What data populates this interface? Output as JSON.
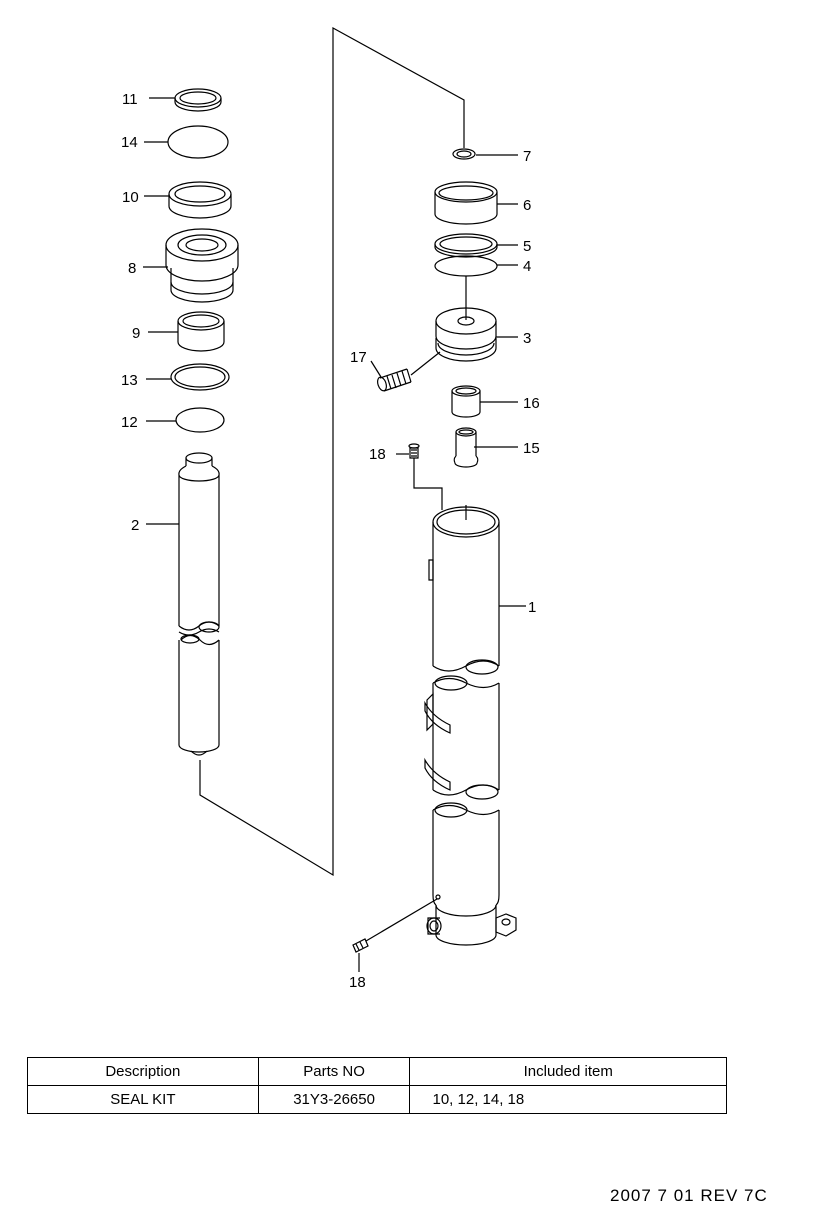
{
  "callouts": {
    "c1": "1",
    "c2": "2",
    "c3": "3",
    "c4": "4",
    "c5": "5",
    "c6": "6",
    "c7": "7",
    "c8": "8",
    "c9": "9",
    "c10": "10",
    "c11": "11",
    "c12": "12",
    "c13": "13",
    "c14": "14",
    "c15": "15",
    "c16": "16",
    "c17": "17",
    "c18a": "18",
    "c18b": "18"
  },
  "table": {
    "headers": [
      "Description",
      "Parts NO",
      "Included item"
    ],
    "rows": [
      [
        "SEAL KIT",
        "31Y3-26650",
        "10, 12, 14, 18"
      ]
    ]
  },
  "footer": "2007  7  01  REV 7C"
}
